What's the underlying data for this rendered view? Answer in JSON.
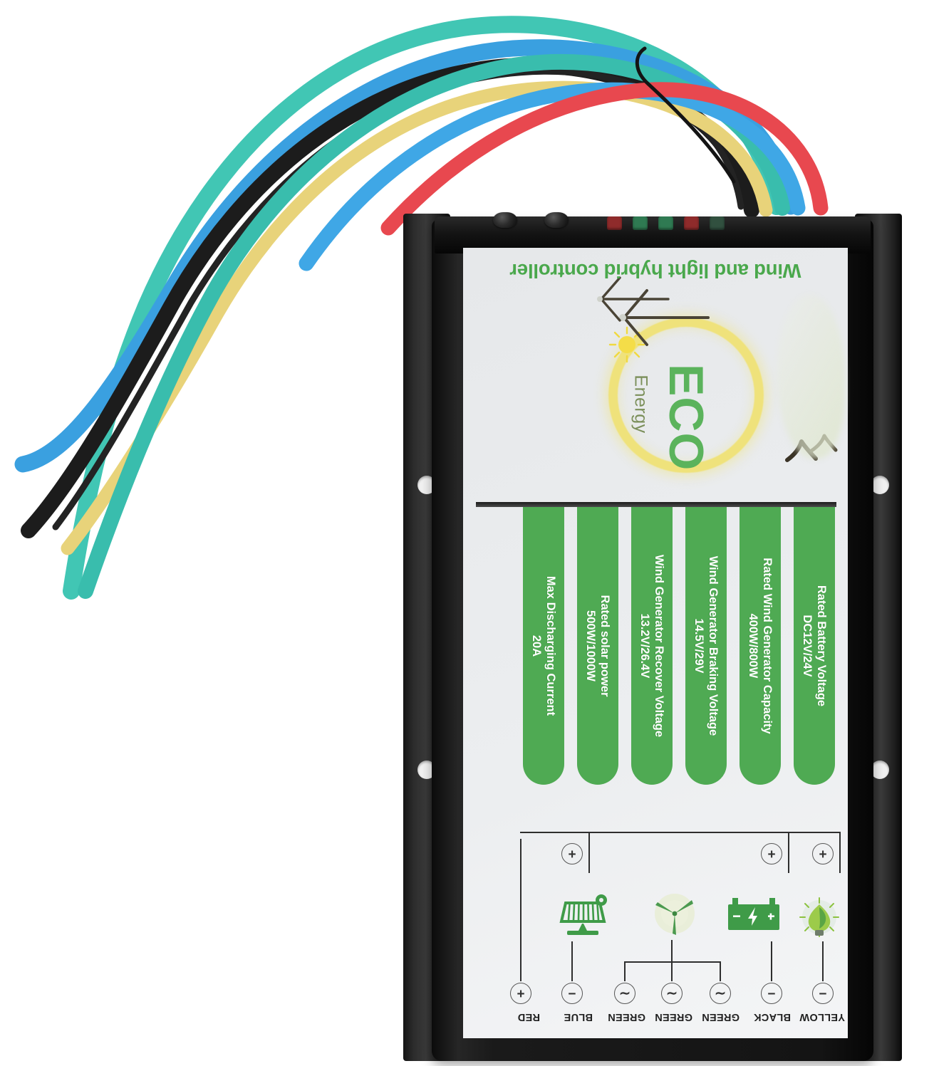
{
  "product": {
    "title": "Wind and light hybrid controller",
    "brand_word": "ECO",
    "brand_sub": "Energy",
    "green": "#4faa53",
    "title_green": "#4aa84c",
    "logo_yellow": "#efe27b",
    "body_black": "#1a1a1a",
    "label_white": "#eceef0"
  },
  "terminals": [
    {
      "label": "YELLOW",
      "symbol": "−",
      "name": "yellow-terminal"
    },
    {
      "label": "BLACK",
      "symbol": "−",
      "name": "black-terminal"
    },
    {
      "label": "GREEN",
      "symbol": "∼",
      "name": "green-terminal-1"
    },
    {
      "label": "GREEN",
      "symbol": "∼",
      "name": "green-terminal-2"
    },
    {
      "label": "GREEN",
      "symbol": "∼",
      "name": "green-terminal-3"
    },
    {
      "label": "BLUE",
      "symbol": "−",
      "name": "blue-terminal"
    },
    {
      "label": "RED",
      "symbol": "+",
      "name": "red-terminal"
    }
  ],
  "lower_terminals": [
    {
      "symbol": "+",
      "name": "load-positive"
    },
    {
      "symbol": "+",
      "name": "battery-positive"
    },
    {
      "symbol": "+",
      "name": "solar-positive"
    }
  ],
  "device_icons": [
    {
      "name": "lamp-icon",
      "caption": "lamp"
    },
    {
      "name": "battery-icon",
      "caption": "battery"
    },
    {
      "name": "wind-turbine-icon",
      "caption": "wind turbine"
    },
    {
      "name": "solar-panel-icon",
      "caption": "solar panel"
    }
  ],
  "specs": [
    {
      "name": "rated-battery-voltage",
      "title": "Rated Battery Voltage",
      "value": "DC12V/24V"
    },
    {
      "name": "rated-wind-generator-capacity",
      "title": "Rated Wind Generator Capacity",
      "value": "400W/800W"
    },
    {
      "name": "wind-braking-voltage",
      "title": "Wind Generator Braking Voltage",
      "value": "14.5V/29V"
    },
    {
      "name": "wind-recover-voltage",
      "title": "Wind Generator Recover Voltage",
      "value": "13.2V/26.4V"
    },
    {
      "name": "rated-solar-power",
      "title": "Rated solar power",
      "value": "500W/1000W"
    },
    {
      "name": "max-discharging-current",
      "title": "Max Discharging Current",
      "value": "20A"
    }
  ],
  "leds": [
    {
      "name": "led-red-1",
      "color": "#8f2b2b"
    },
    {
      "name": "led-green-1",
      "color": "#2f7a52"
    },
    {
      "name": "led-green-2",
      "color": "#2f7a52"
    },
    {
      "name": "led-red-2",
      "color": "#8f2b2b"
    },
    {
      "name": "led-green-3",
      "color": "#31503f"
    }
  ],
  "wires": [
    {
      "name": "wire-teal-outer",
      "color": "#41c6b4"
    },
    {
      "name": "wire-blue-outer",
      "color": "#3aa0e0"
    },
    {
      "name": "wire-black-1",
      "color": "#1c1c1c"
    },
    {
      "name": "wire-black-2",
      "color": "#222222"
    },
    {
      "name": "wire-yellow",
      "color": "#e8d37a"
    },
    {
      "name": "wire-teal-inner",
      "color": "#39bdad"
    },
    {
      "name": "wire-blue-inner",
      "color": "#3fa7e6"
    },
    {
      "name": "wire-red",
      "color": "#e8484f"
    }
  ]
}
